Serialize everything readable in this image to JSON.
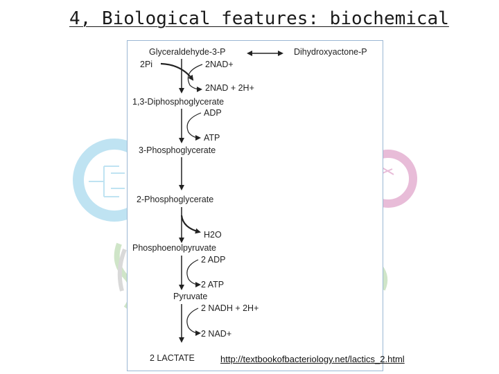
{
  "slide": {
    "title": "4, Biological features: biochemical",
    "source_url": "http://textbookofbacteriology.net/lactics_2.html"
  },
  "pathway": {
    "glyceraldehyde": "Glyceraldehyde-3-P",
    "dihydroxyacetone": "Dihydroxyactone-P",
    "pi": "2Pi",
    "nad_in": "2NAD+",
    "nadh_out": "2NAD + 2H+",
    "diphosphoglycerate": "1,3-Diphosphoglycerate",
    "adp_1": "ADP",
    "atp_1": "ATP",
    "phosphoglycerate_3": "3-Phosphoglycerate",
    "phosphoglycerate_2": "2-Phosphoglycerate",
    "water": "H2O",
    "pep": "Phosphoenolpyruvate",
    "adp_2": "2 ADP",
    "atp_2": "2 ATP",
    "pyruvate": "Pyruvate",
    "nadh_in": "2 NADH + 2H+",
    "nad_out": "2 NAD+",
    "lactate": "2 LACTATE"
  },
  "colors": {
    "decor_blue": "#bfe3f2",
    "decor_pink": "#e8bcd8",
    "decor_green": "#cfe5c8",
    "figure_border": "#9ab7d3",
    "ink": "#222222"
  }
}
